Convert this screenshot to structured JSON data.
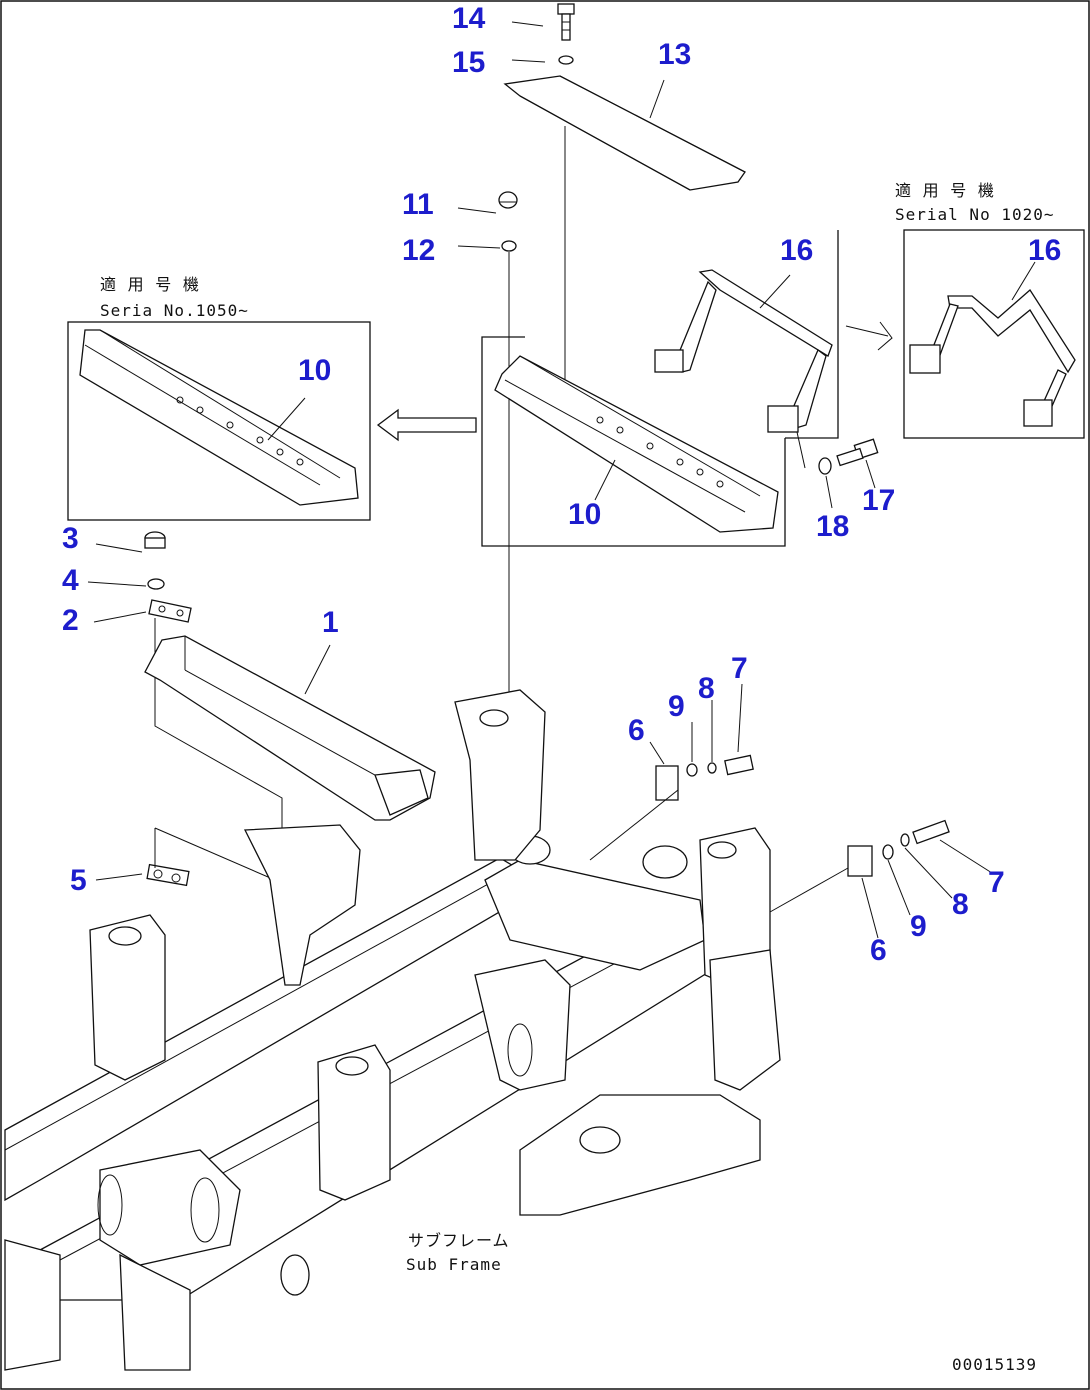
{
  "callouts": {
    "p1": "1",
    "p2": "2",
    "p3": "3",
    "p4": "4",
    "p5": "5",
    "p6a": "6",
    "p6b": "6",
    "p7a": "7",
    "p7b": "7",
    "p8a": "8",
    "p8b": "8",
    "p9a": "9",
    "p9b": "9",
    "p10a": "10",
    "p10b": "10",
    "p11": "11",
    "p12": "12",
    "p13": "13",
    "p14": "14",
    "p15": "15",
    "p16a": "16",
    "p16b": "16",
    "p17": "17",
    "p18": "18"
  },
  "notes": {
    "left_serial_jp": "適 用 号 機",
    "left_serial_en": "Seria  No.1050~",
    "right_serial_jp": "適 用 号 機",
    "right_serial_en": "Serial No 1020~",
    "subframe_jp": "サブフレーム",
    "subframe_en": "Sub Frame",
    "drawing_no": "00015139"
  },
  "colors": {
    "callout": "#1d1dcc",
    "line": "#111111",
    "background": "#ffffff"
  }
}
